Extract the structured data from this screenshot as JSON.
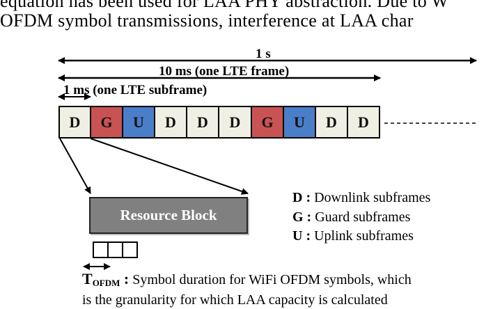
{
  "paragraph": {
    "line1": "equation has been used for LAA PHY abstraction. Due to W",
    "line2": "OFDM symbol transmissions, interference at LAA char"
  },
  "timeline": {
    "span_1s": "1 s",
    "span_10ms": "10 ms (one LTE frame)",
    "span_1ms": "1 ms (one LTE subframe)"
  },
  "subframes": [
    "D",
    "G",
    "U",
    "D",
    "D",
    "D",
    "G",
    "U",
    "D",
    "D"
  ],
  "resource_block": "Resource Block",
  "legend": {
    "d_key": "D :",
    "d_text": "Downlink subframes",
    "g_key": "G :",
    "g_text": "Guard subframes",
    "u_key": "U :",
    "u_text": "Uplink subframes"
  },
  "tofdm": {
    "symbol": "T",
    "subscript": "OFDM",
    "colon": " :",
    "line1_text": " Symbol duration for WiFi OFDM symbols, which",
    "line2_text": "is the granularity for which LAA capacity is calculated"
  },
  "colors": {
    "downlink": "#efefe3",
    "guard": "#c95353",
    "uplink": "#4a7ec8",
    "resource_block": "#808080"
  }
}
